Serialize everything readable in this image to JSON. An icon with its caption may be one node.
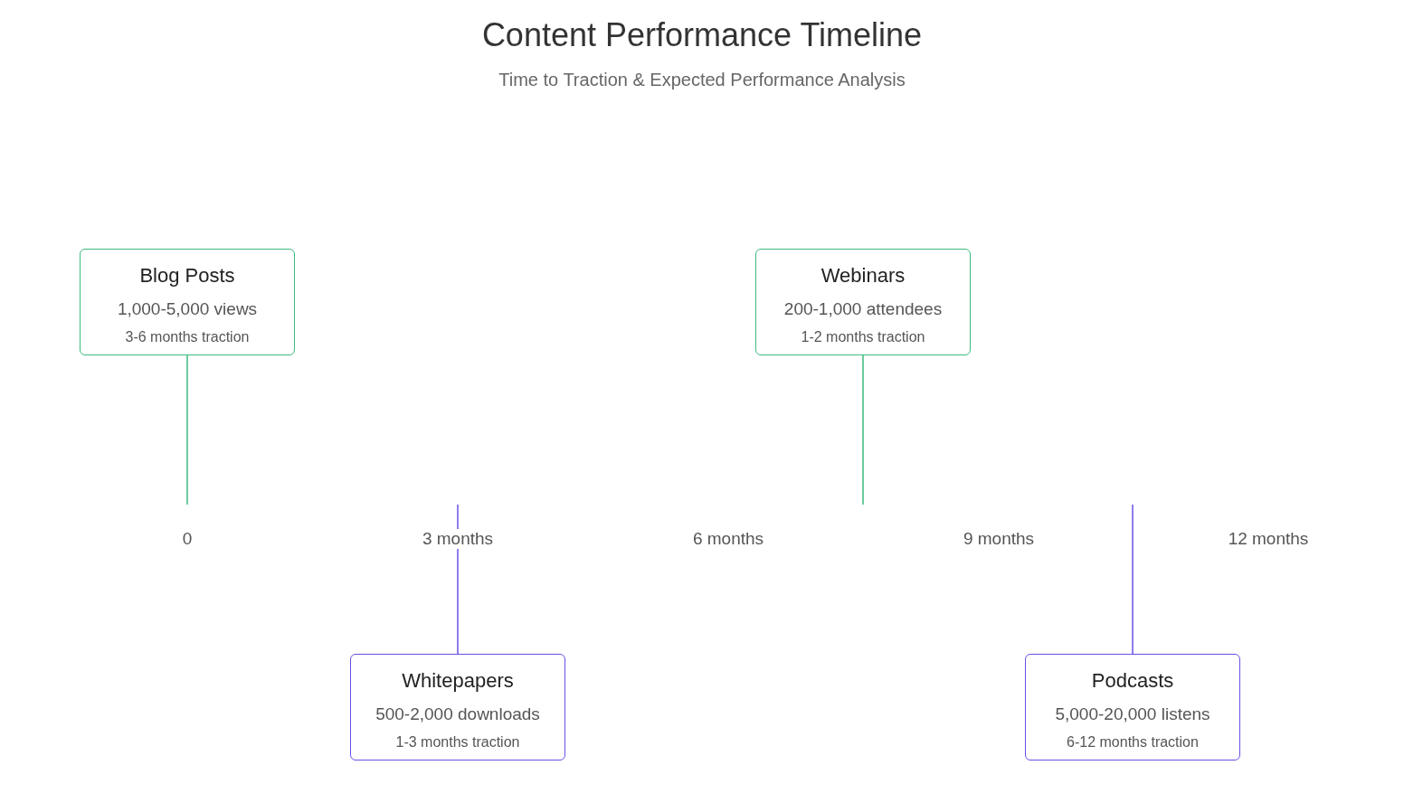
{
  "diagram": {
    "title": "Content Performance Timeline",
    "caption": "Time to Traction & Expected Performance Analysis",
    "nodes": [
      {
        "text": [
          "Blog Posts",
          "1,000-5,000 views",
          "3-6 months traction"
        ]
      },
      {
        "text": [
          "Webinars",
          "200-1,000 attendees",
          "1-2 months traction"
        ]
      },
      {
        "text": [
          "Whitepapers",
          "500-2,000 downloads",
          "1-3 months traction"
        ]
      },
      {
        "text": [
          "Podcasts",
          "5,000-20,000 listens",
          "6-12 months traction"
        ]
      }
    ],
    "edges": [
      {
        "from": 0,
        "to": null,
        "arrow": "none",
        "color": "#3dba7e"
      },
      {
        "from": 1,
        "to": null,
        "arrow": "none",
        "color": "#3dba7e"
      },
      {
        "from": 2,
        "to": null,
        "arrow": "none",
        "color": "#6b4fe6"
      },
      {
        "from": 3,
        "to": null,
        "arrow": "none",
        "color": "#6b4fe6"
      }
    ],
    "labels": [
      "0",
      "3 months",
      "6 months",
      "9 months",
      "12 months"
    ]
  }
}
